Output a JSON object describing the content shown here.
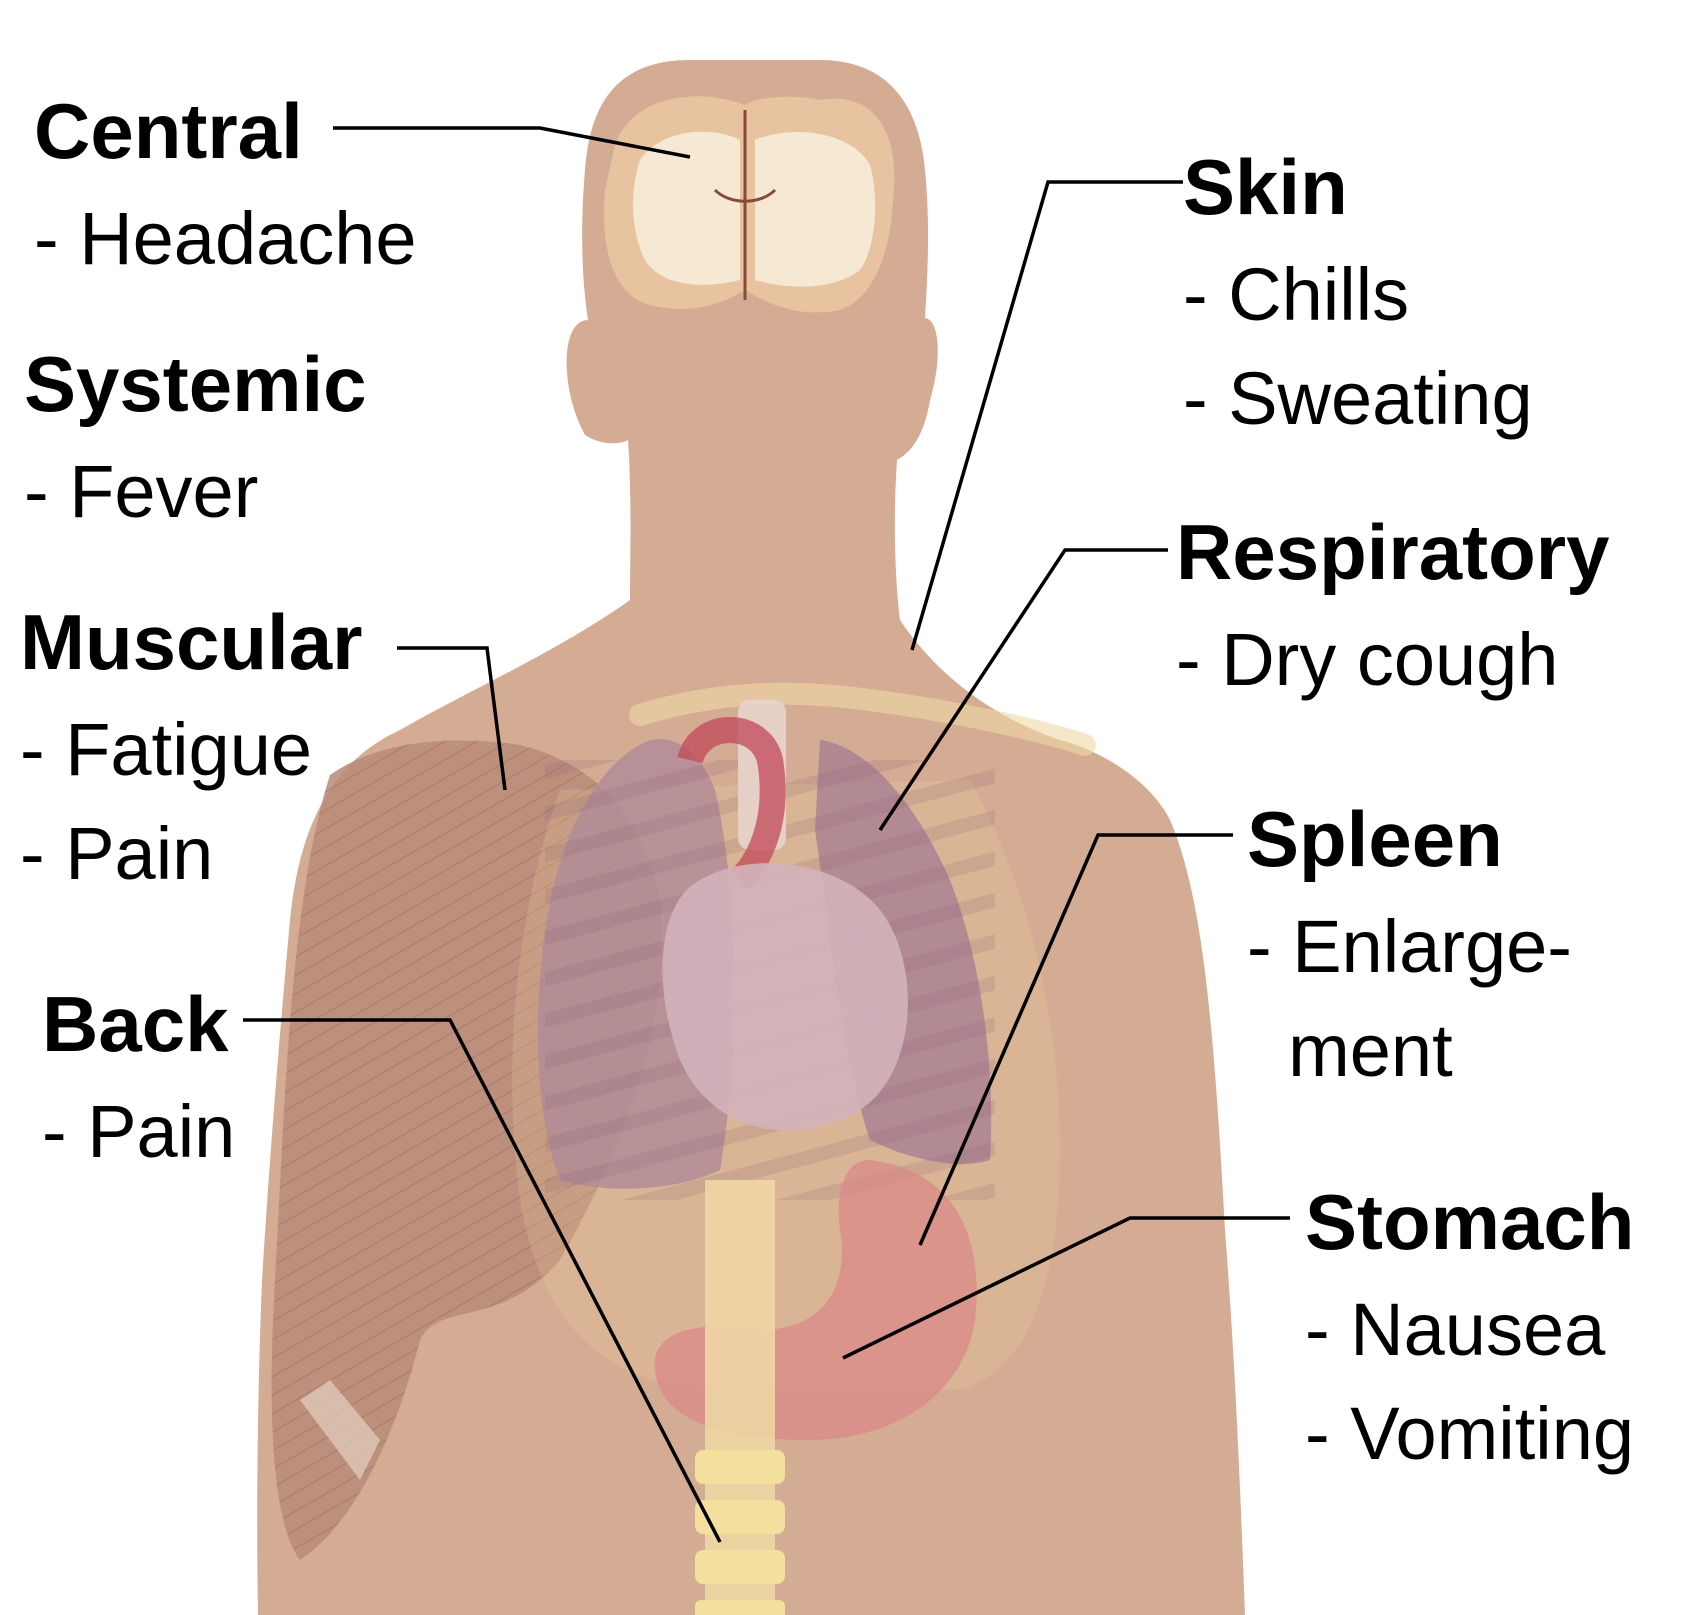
{
  "colors": {
    "skin": "#d4ac93",
    "brain_white": "#f6e9d3",
    "brain_gray": "#e7c39f",
    "lungs": "#b08a98",
    "heart": "#c79ba7",
    "muscle": "#b98a79",
    "stomach": "#d98a88",
    "bone": "#f0d9a4",
    "leader_line": "#000000"
  },
  "groups": [
    {
      "key": "central",
      "title": "Central",
      "items": [
        "- Headache"
      ]
    },
    {
      "key": "systemic",
      "title": "Systemic",
      "items": [
        "- Fever"
      ]
    },
    {
      "key": "muscular",
      "title": "Muscular",
      "items": [
        "- Fatigue",
        "- Pain"
      ]
    },
    {
      "key": "back",
      "title": "Back",
      "items": [
        "- Pain"
      ]
    },
    {
      "key": "skin",
      "title": "Skin",
      "items": [
        "- Chills",
        "- Sweating"
      ]
    },
    {
      "key": "respiratory",
      "title": "Respiratory",
      "items": [
        "- Dry cough"
      ]
    },
    {
      "key": "spleen",
      "title": "Spleen",
      "items": [
        "- Enlarge-",
        "  ment"
      ]
    },
    {
      "key": "stomach",
      "title": "Stomach",
      "items": [
        "- Nausea",
        "- Vomiting"
      ]
    }
  ]
}
